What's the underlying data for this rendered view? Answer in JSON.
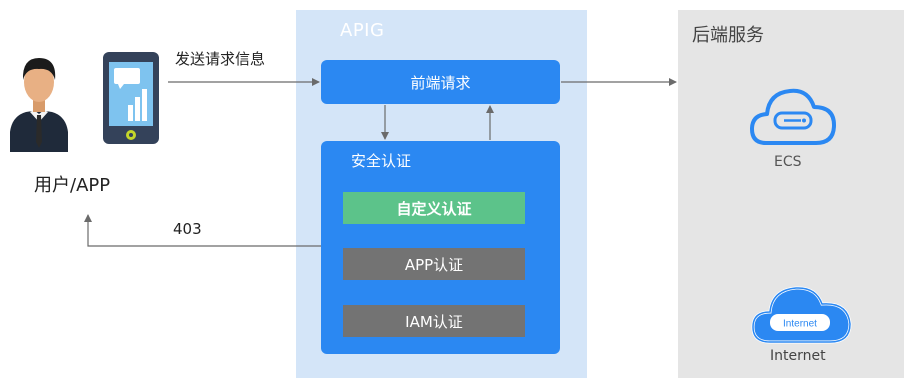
{
  "apig": {
    "title": "APIG"
  },
  "backend": {
    "title": "后端服务",
    "ecs_label": "ECS",
    "internet_label": "Internet",
    "internet_badge": "Internet"
  },
  "client": {
    "label": "用户/APP",
    "send_label": "发送请求信息",
    "reject_code": "403"
  },
  "flow": {
    "frontend_request": "前端请求",
    "security_auth": "安全认证",
    "auth_methods": [
      "自定义认证",
      "APP认证",
      "IAM认证"
    ]
  },
  "colors": {
    "apig_bg": "#d4e5f8",
    "backend_bg": "#e5e5e5",
    "primary_blue": "#2b88f2",
    "custom_auth_green": "#5cc38a",
    "auth_gray": "#737373",
    "arrow_gray": "#6b6b6b"
  },
  "icons": [
    "user-avatar-icon",
    "mobile-app-icon",
    "cloud-server-icon",
    "cloud-internet-icon"
  ]
}
